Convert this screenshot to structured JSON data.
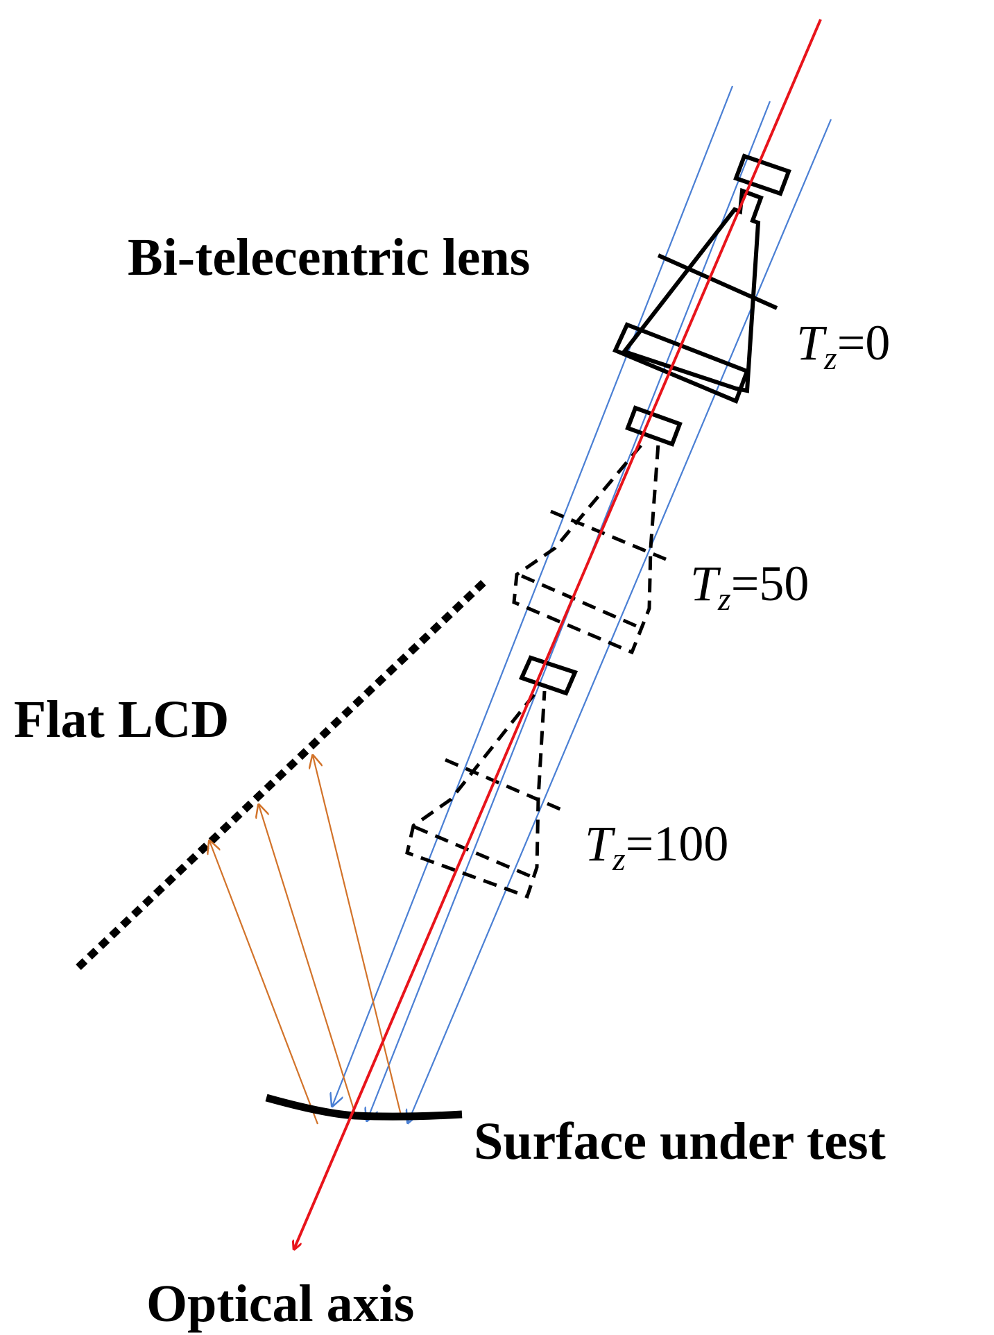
{
  "labels": {
    "lens": "Bi-telecentric lens",
    "lcd": "Flat LCD",
    "surface": "Surface under test",
    "axis": "Optical axis"
  },
  "positions": [
    {
      "var": "T",
      "sub": "z",
      "eq": "=0"
    },
    {
      "var": "T",
      "sub": "z",
      "eq": "=50"
    },
    {
      "var": "T",
      "sub": "z",
      "eq": "=100"
    }
  ],
  "colors": {
    "optical_axis": "#e8141b",
    "telecentric_rays": "#4a7fd4",
    "reflected_rays": "#d2732a",
    "outline": "#000000"
  }
}
